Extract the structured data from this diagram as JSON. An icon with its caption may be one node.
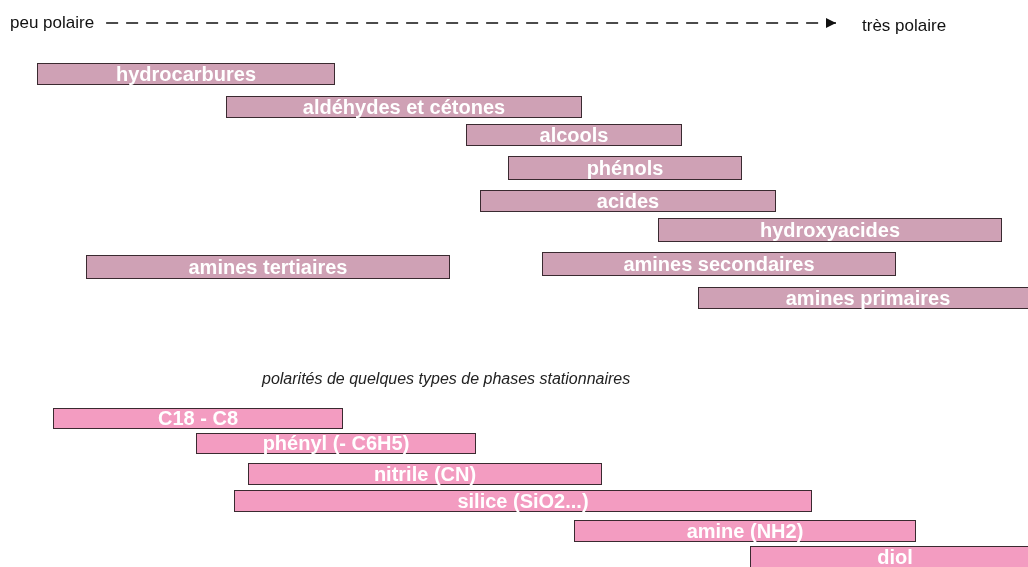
{
  "diagram": {
    "nodes": [
      {
        "text": [
          "peu polaire"
        ]
      },
      {
        "text": [
          "très polaire"
        ]
      },
      {
        "text": [
          "hydrocarbures"
        ]
      },
      {
        "text": [
          "aldéhydes et cétones"
        ]
      },
      {
        "text": [
          "alcools"
        ]
      },
      {
        "text": [
          "phénols"
        ]
      },
      {
        "text": [
          "acides"
        ]
      },
      {
        "text": [
          "hydroxyacides"
        ]
      },
      {
        "text": [
          "amines tertiaires"
        ]
      },
      {
        "text": [
          "amines secondaires"
        ]
      },
      {
        "text": [
          "amines primaires"
        ]
      },
      {
        "text": [
          "C18 - C8"
        ]
      },
      {
        "text": [
          "phényl (- C6H5)"
        ]
      },
      {
        "text": [
          "nitrile (CN)"
        ]
      },
      {
        "text": [
          "silice (SiO2...)"
        ]
      },
      {
        "text": [
          "amine (NH2)"
        ]
      },
      {
        "text": [
          "diol"
        ]
      }
    ],
    "edges": [
      {
        "from": 0,
        "to": 1,
        "arrow": "to",
        "style": "dashed"
      }
    ],
    "labels": [
      "polarités de quelques types de phases stationnaires"
    ]
  }
}
